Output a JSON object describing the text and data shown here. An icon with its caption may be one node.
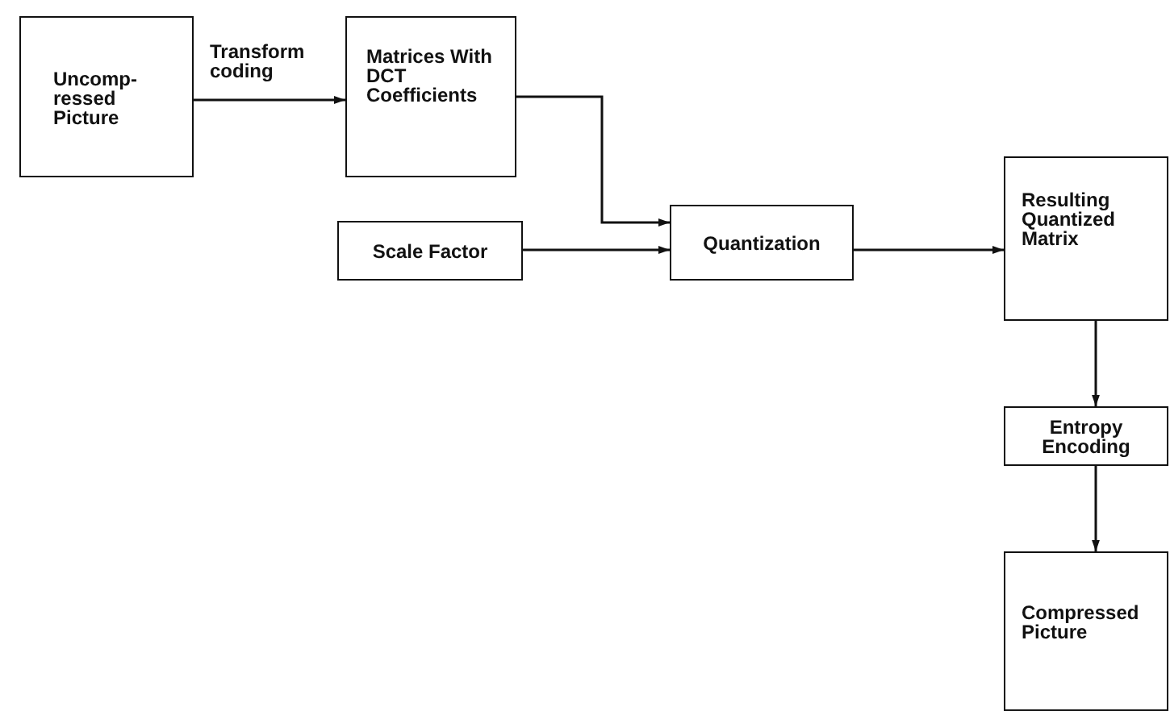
{
  "diagram": {
    "nodes": [
      {
        "text": [
          "Uncomp- ressed Picture"
        ]
      },
      {
        "text": [
          "Matrices With DCT Coefficients"
        ]
      },
      {
        "text": [
          "Scale Factor"
        ]
      },
      {
        "text": [
          "Quantization"
        ]
      },
      {
        "text": [
          "Resulting Quantized Matrix"
        ]
      },
      {
        "text": [
          "Entropy Encoding"
        ]
      },
      {
        "text": [
          "Compressed Picture"
        ]
      }
    ],
    "edges": [
      {
        "from": 0,
        "to": 1,
        "arrow": "to",
        "label": "Transform coding"
      },
      {
        "from": 1,
        "to": 3,
        "arrow": "to"
      },
      {
        "from": 2,
        "to": 3,
        "arrow": "to"
      },
      {
        "from": 3,
        "to": 4,
        "arrow": "to"
      },
      {
        "from": 4,
        "to": 5,
        "arrow": "to"
      },
      {
        "from": 5,
        "to": 6,
        "arrow": "to"
      }
    ]
  }
}
